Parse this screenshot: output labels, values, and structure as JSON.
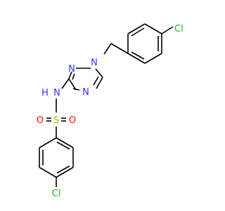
{
  "colors": {
    "bond": "#000000",
    "carbon": "#000000",
    "nitrogen": "#3333ff",
    "oxygen": "#ff0d0d",
    "sulfur": "#b2b200",
    "chlorine": "#1fb31f"
  },
  "labels": {
    "cl_top": "Cl",
    "n1": "N",
    "n2": "N",
    "n4": "N",
    "nh": "N",
    "h": "H",
    "s": "S",
    "o_left": "O",
    "o_right": "O",
    "cl_bottom": "Cl"
  }
}
